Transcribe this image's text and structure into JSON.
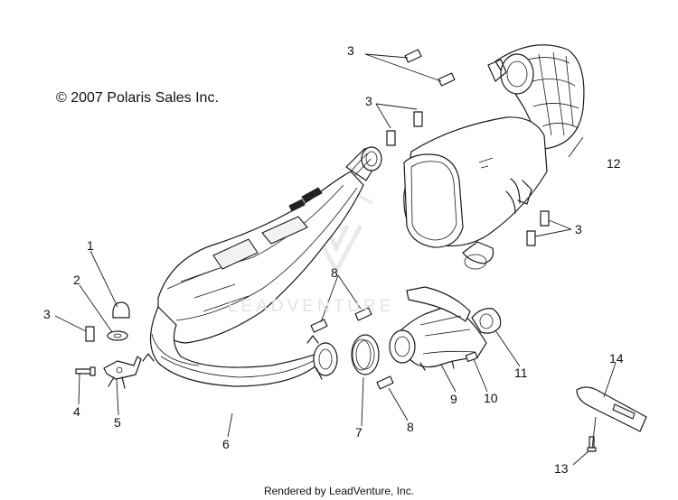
{
  "copyright": "© 2007 Polaris Sales Inc.",
  "watermark": "LEADVENTURE",
  "footer": "Rendered by LeadVenture, Inc.",
  "callouts": {
    "c1": "1",
    "c2": "2",
    "c3_left": "3",
    "c3_top": "3",
    "c3_mid": "3",
    "c3_right": "3",
    "c4": "4",
    "c5": "5",
    "c6": "6",
    "c7": "7",
    "c8_top": "8",
    "c8_bottom": "8",
    "c9": "9",
    "c10": "10",
    "c11": "11",
    "c12": "12",
    "c13": "13",
    "c14": "14"
  }
}
